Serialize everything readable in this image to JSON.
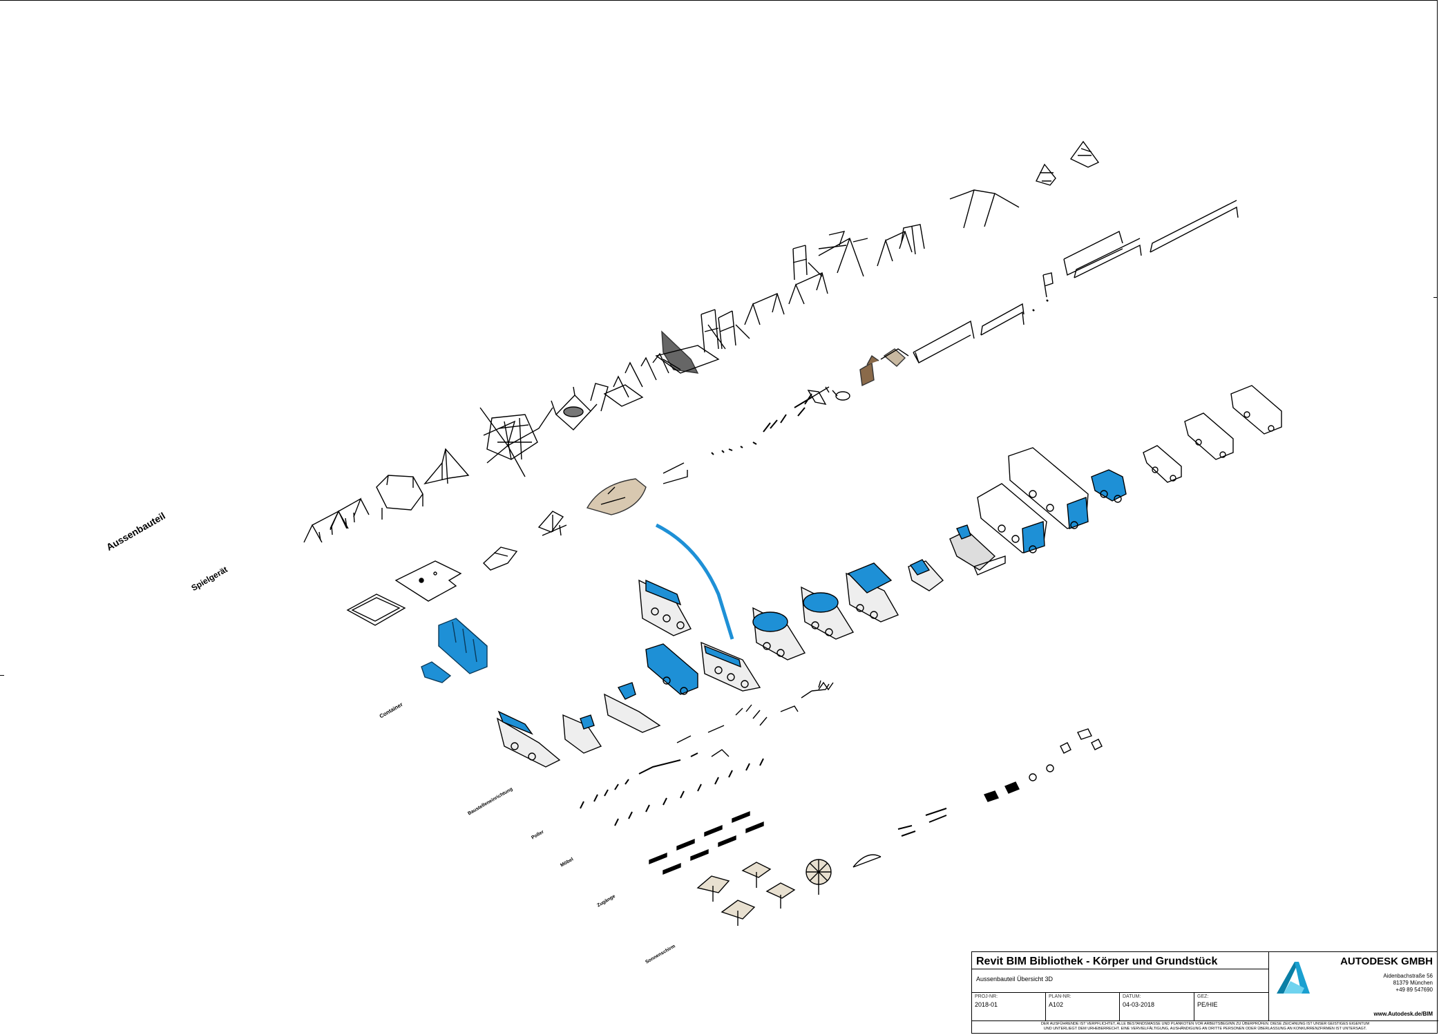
{
  "categories": [
    {
      "id": "aussenbauteil",
      "label": "Aussenbauteil"
    },
    {
      "id": "spielgeraet",
      "label": "Spielgerät"
    },
    {
      "id": "container",
      "label": "Container"
    },
    {
      "id": "baustelleneinrichtung",
      "label": "Baustelleneinrichtung"
    },
    {
      "id": "poller",
      "label": "Poller"
    },
    {
      "id": "moebel",
      "label": "Möbel"
    },
    {
      "id": "zugaenge",
      "label": "Zugänge"
    },
    {
      "id": "sonnenschirm",
      "label": "Sonnenschirm"
    }
  ],
  "colors": {
    "accent_blue": "#1e90d6",
    "line": "#000000",
    "model_fill": "#ffffff",
    "wood": "#8a6a4a"
  },
  "titleblock": {
    "title": "Revit BIM Bibliothek - Körper und Grundstück",
    "subtitle": "Aussenbauteil Übersicht 3D",
    "fields": [
      {
        "label": "PROJ-NR:",
        "value": "2018-01"
      },
      {
        "label": "PLAN-NR:",
        "value": "A102"
      },
      {
        "label": "DATUM:",
        "value": "04-03-2018"
      },
      {
        "label": "GEZ:",
        "value": "PE/HIE"
      }
    ],
    "company": "AUTODESK GMBH",
    "address_lines": [
      "Aidenbachstraße 56",
      "81379 München",
      "+49 89 547690"
    ],
    "website": "www.Autodesk.de/BIM",
    "note_lines": [
      "DER AUSFÜHRENDE IST VERPFLICHTET, ALLE BESTANDSMASSE UND PLANKOTEN VOR ARBEITSBEGINN ZU ÜBERPRÜFEN. DIESE ZEICHNUNG IST UNSER GEISTIGES EIGENTUM",
      "UND UNTERLIEGT DEM URHEBERRECHT. EINE VERVIELFÄLTIGUNG, AUSHÄNDIGUNG AN DRITTE PERSONEN ODER ÜBERLASSUNG AN KONKURRENZFIRMEN IST UNTERSAGT."
    ],
    "logo_icon": "autodesk-logo-icon"
  }
}
